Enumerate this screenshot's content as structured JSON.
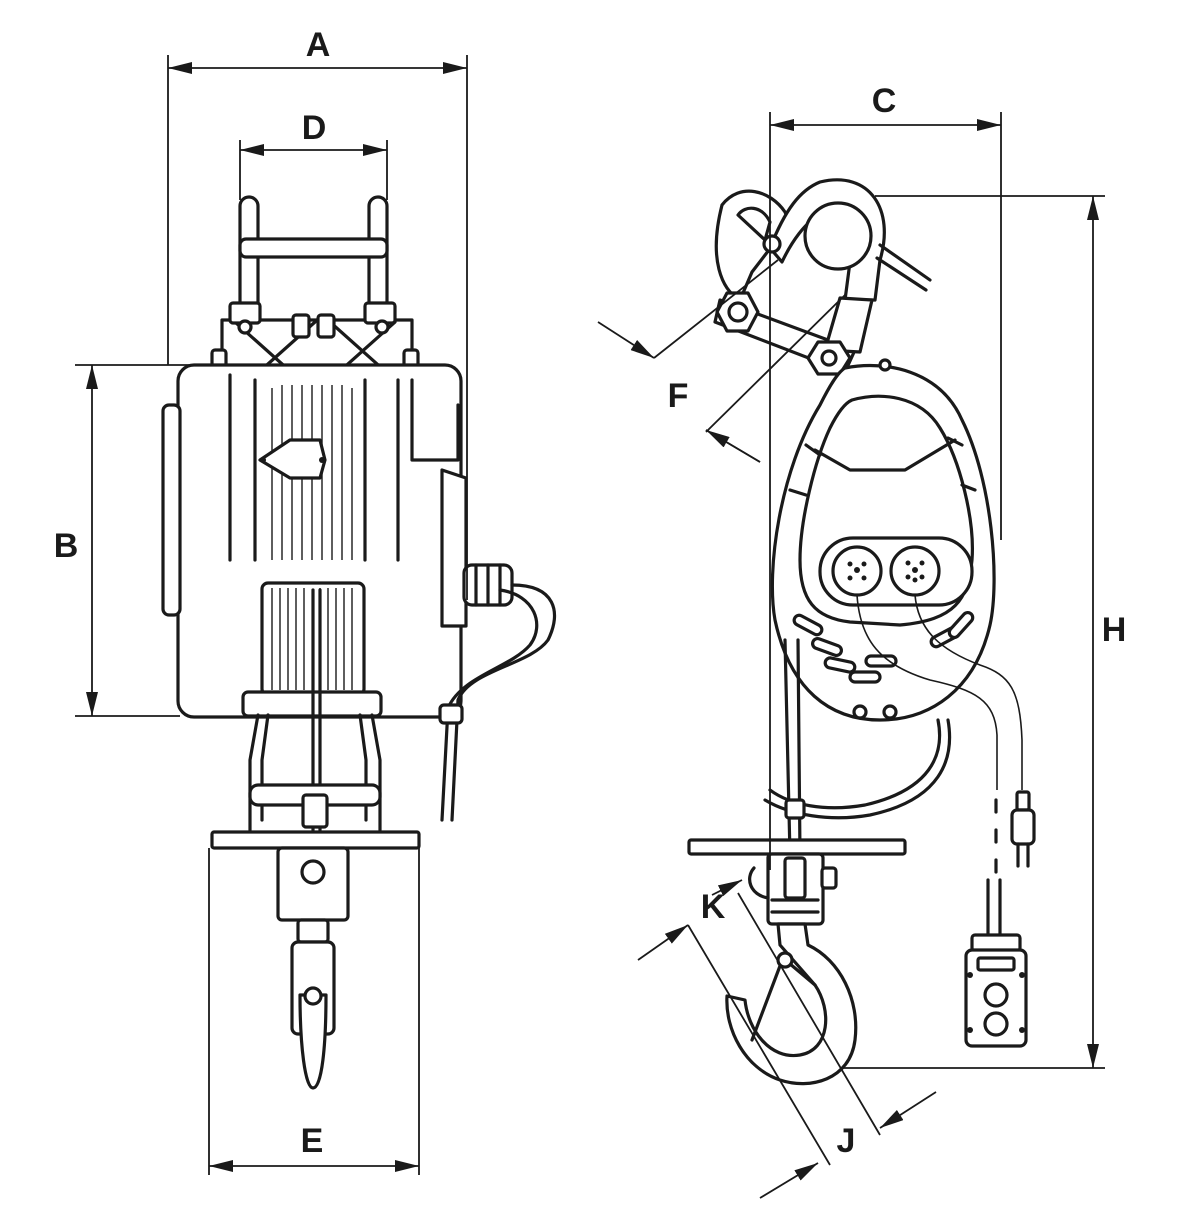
{
  "dimension_labels": {
    "a": "A",
    "b": "B",
    "c": "C",
    "d": "D",
    "e": "E",
    "f": "F",
    "h": "H",
    "j": "J",
    "k": "K"
  }
}
